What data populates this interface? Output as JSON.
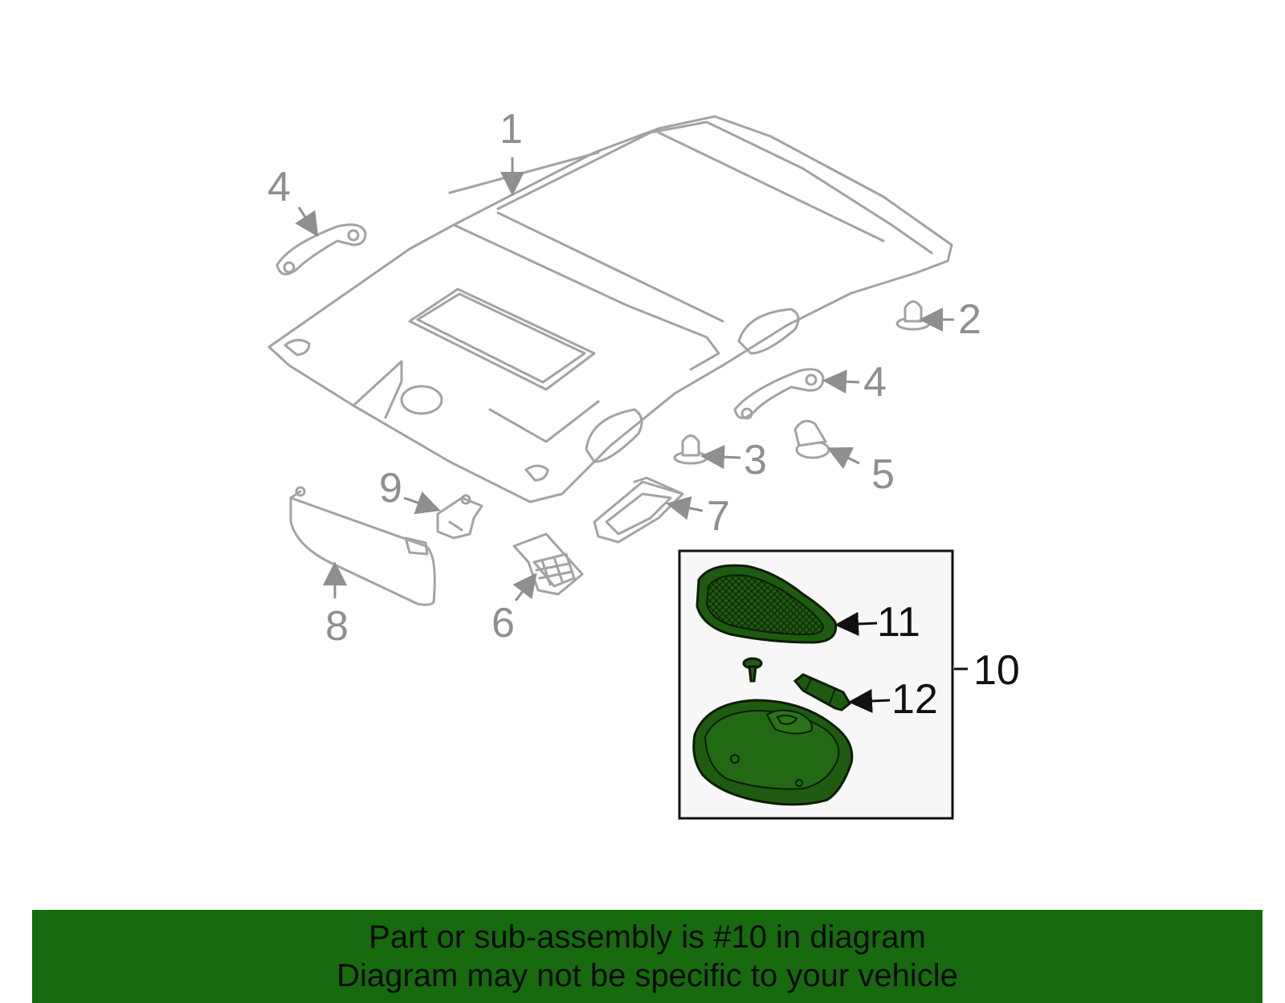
{
  "callouts": {
    "c1": "1",
    "c2": "2",
    "c3": "3",
    "c4a": "4",
    "c4b": "4",
    "c5": "5",
    "c6": "6",
    "c7": "7",
    "c8": "8",
    "c9": "9",
    "c10": "10",
    "c11": "11",
    "c12": "12"
  },
  "colors": {
    "banner": "#176a0e",
    "highlight_part": "#1e5b10",
    "line_gray": "#a3a3a3",
    "inset_bg": "#f7f7f7"
  },
  "banner": {
    "line1": "Part or sub-assembly is #10 in diagram",
    "line2": "Diagram may not be specific to your vehicle"
  }
}
